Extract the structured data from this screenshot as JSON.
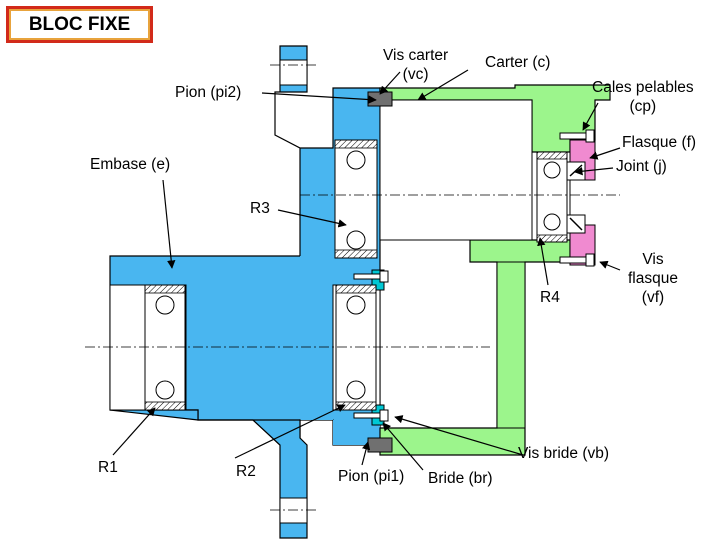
{
  "title": "BLOC FIXE",
  "labels": {
    "vis_carter_1": "Vis carter",
    "vis_carter_2": "(vc)",
    "carter": "Carter (c)",
    "cales_1": "Cales pelables",
    "cales_2": "(cp)",
    "pion_pi2": "Pion (pi2)",
    "flasque": "Flasque (f)",
    "joint": "Joint (j)",
    "embase": "Embase (e)",
    "r3": "R3",
    "r4": "R4",
    "vis_flasque_1": "Vis",
    "vis_flasque_2": "flasque",
    "vis_flasque_3": "(vf)",
    "r1": "R1",
    "r2": "R2",
    "pion_pi1": "Pion (pi1)",
    "bride": "Bride (br)",
    "vis_bride": "Vis bride (vb)"
  },
  "colors": {
    "embase": "#49b6f0",
    "carter": "#9cf58c",
    "flasque": "#f08ad0",
    "bride": "#00c8d4",
    "pion": "#707070",
    "title_border": "#d22a1a"
  }
}
